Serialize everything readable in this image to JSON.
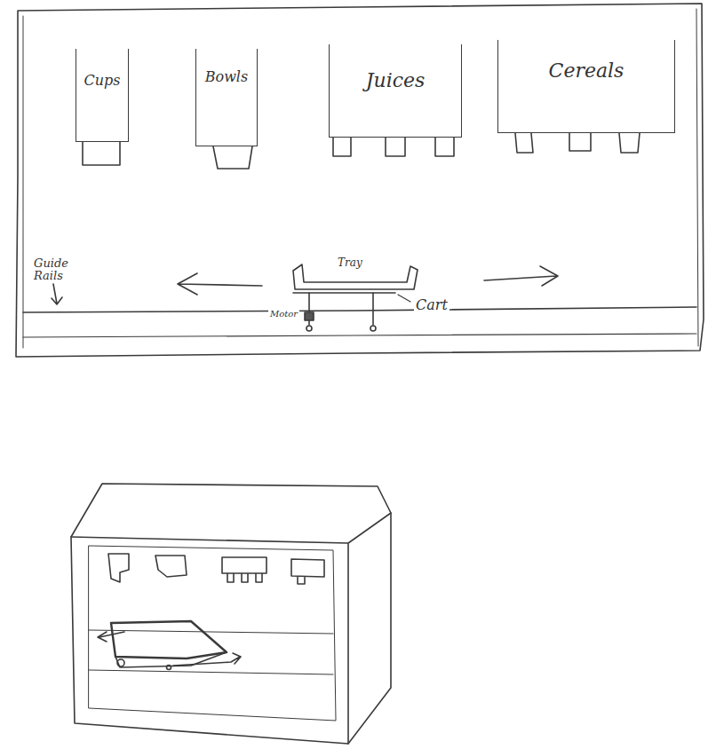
{
  "diagram": {
    "nodes": [
      {
        "text": [
          "Cups"
        ]
      },
      {
        "text": [
          "Bowls"
        ]
      },
      {
        "text": [
          "Juices"
        ]
      },
      {
        "text": [
          "Cereals"
        ]
      }
    ],
    "labels": [
      "Tray",
      "Cart",
      "Motor",
      "Guide Rails"
    ]
  }
}
